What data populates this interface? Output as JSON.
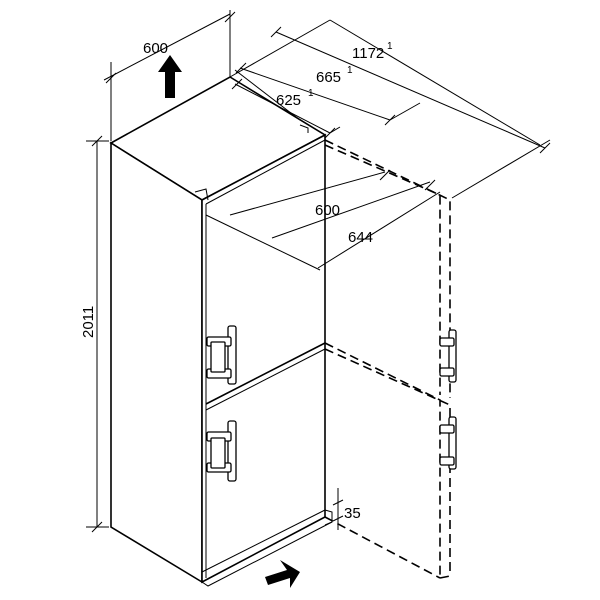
{
  "dimensions": {
    "top_width": {
      "value": "600"
    },
    "total_depth_door_open": {
      "value": "1172",
      "note": "1"
    },
    "depth_with_handle": {
      "value": "665",
      "note": "1"
    },
    "depth": {
      "value": "625",
      "note": "1"
    },
    "door_open_width": {
      "value": "600"
    },
    "door_open_depth": {
      "value": "644"
    },
    "height": {
      "value": "2011"
    },
    "plinth_gap": {
      "value": "35"
    }
  },
  "colors": {
    "line": "#000000",
    "background": "#ffffff"
  },
  "icons": {
    "airflow_up": "arrow-up-icon",
    "airflow_in": "arrow-right-icon"
  }
}
